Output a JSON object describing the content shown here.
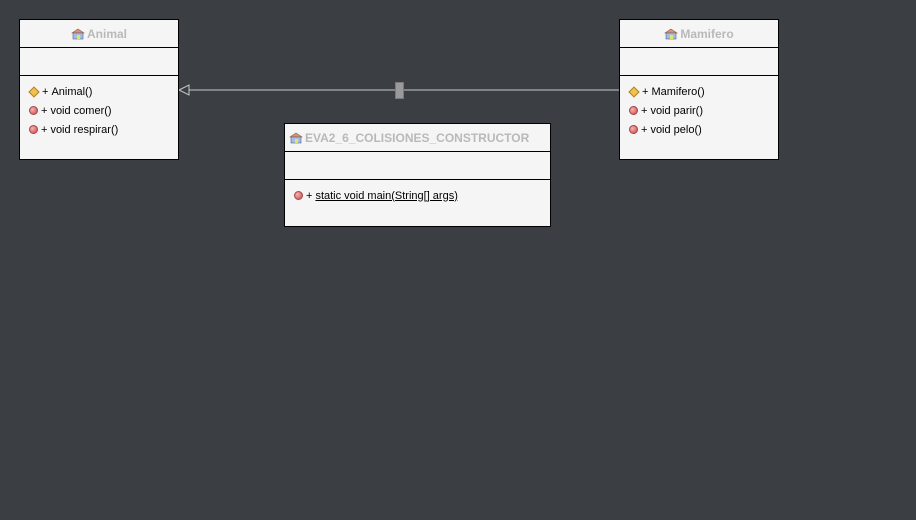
{
  "diagram": {
    "background_color": "#3b3e42",
    "classes": {
      "animal": {
        "name": "Animal",
        "icon": "class-icon",
        "methods": [
          {
            "visibility": "+",
            "kind": "constructor",
            "signature": "Animal()"
          },
          {
            "visibility": "+",
            "kind": "method",
            "signature": "void comer()"
          },
          {
            "visibility": "+",
            "kind": "method",
            "signature": "void respirar()"
          }
        ]
      },
      "mamifero": {
        "name": "Mamifero",
        "icon": "class-icon",
        "methods": [
          {
            "visibility": "+",
            "kind": "constructor",
            "signature": "Mamifero()"
          },
          {
            "visibility": "+",
            "kind": "method",
            "signature": "void parir()"
          },
          {
            "visibility": "+",
            "kind": "method",
            "signature": "void pelo()"
          }
        ]
      },
      "main_class": {
        "name": "EVA2_6_COLISIONES_CONSTRUCTOR",
        "icon": "class-icon",
        "methods": [
          {
            "visibility": "+",
            "kind": "static-method",
            "signature": "static void main(String[] args)"
          }
        ]
      }
    },
    "relationships": [
      {
        "type": "generalization",
        "from": "Mamifero",
        "to": "Animal"
      }
    ],
    "colors": {
      "class_fill": "#f5f5f5",
      "class_border": "#000000",
      "header_text": "#b9b9b9",
      "connector": "#c8c8c8",
      "method_icon": "#e07070",
      "constructor_icon": "#f0c050"
    }
  }
}
